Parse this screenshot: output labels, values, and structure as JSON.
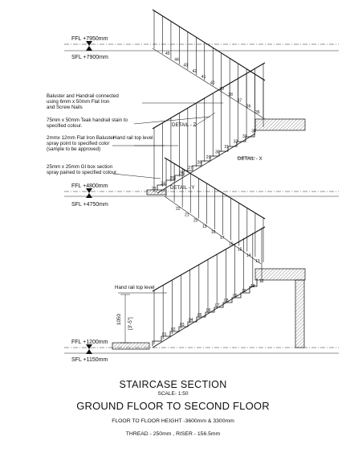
{
  "levels": [
    {
      "ffl": "FFL +7950mm",
      "sfl": "SFL +7900mm"
    },
    {
      "ffl": "FFL +4800mm",
      "sfl": "SFL +4750mm"
    },
    {
      "ffl": "FFL +1200mm",
      "sfl": "SFL +1150mm"
    }
  ],
  "notes": {
    "baluster_connection": [
      "Baluster and Handrail connected",
      "using 6mm x 50mm Flat Iron",
      "and Screw Nails"
    ],
    "teak_handrail": [
      "75mm x 50mm Teak handrail stain to",
      "specified colour."
    ],
    "flat_iron_baluster": [
      "2mmx 12mm Flat Iron Baluster",
      "spray point to specified color",
      "(sample to be approved)"
    ],
    "gi_box_section": [
      "25mm x 25mm GI box section",
      "spray pained to specified colour."
    ],
    "hand_rail_top_level_upper": "Hand rail top level",
    "hand_rail_top_level_lower": "Hand rail top level",
    "detail_z": "DETAIL - Z",
    "detail_x": "DETAIL - X",
    "detail_y": "DETAIL - Y",
    "dim_1050": "1050",
    "dim_imperial": "[3'-5\"]"
  },
  "step_numbers": {
    "flight1": [
      "01",
      "02",
      "03",
      "04",
      "05",
      "06",
      "07",
      "08",
      "09",
      "10",
      "11",
      "12"
    ],
    "flight2": [
      "13",
      "14",
      "15",
      "16",
      "17",
      "18",
      "19",
      "20",
      "21",
      "22"
    ],
    "flight3": [
      "23",
      "24",
      "25",
      "26",
      "27",
      "28",
      "29",
      "30",
      "31",
      "32",
      "33",
      "34"
    ],
    "flight4": [
      "35",
      "36",
      "37",
      "38",
      "39",
      "40",
      "41",
      "42",
      "43",
      "44",
      "45"
    ]
  },
  "titles": {
    "section": "STAIRCASE SECTION",
    "scale": "SCALE- 1:50",
    "floors": "GROUND FLOOR TO SECOND FLOOR",
    "heights": "FLOOR TO FLOOR HEIGHT -3600mm & 3300mm",
    "thread_riser": "THREAD - 250mm , RISER - 156.5mm"
  }
}
